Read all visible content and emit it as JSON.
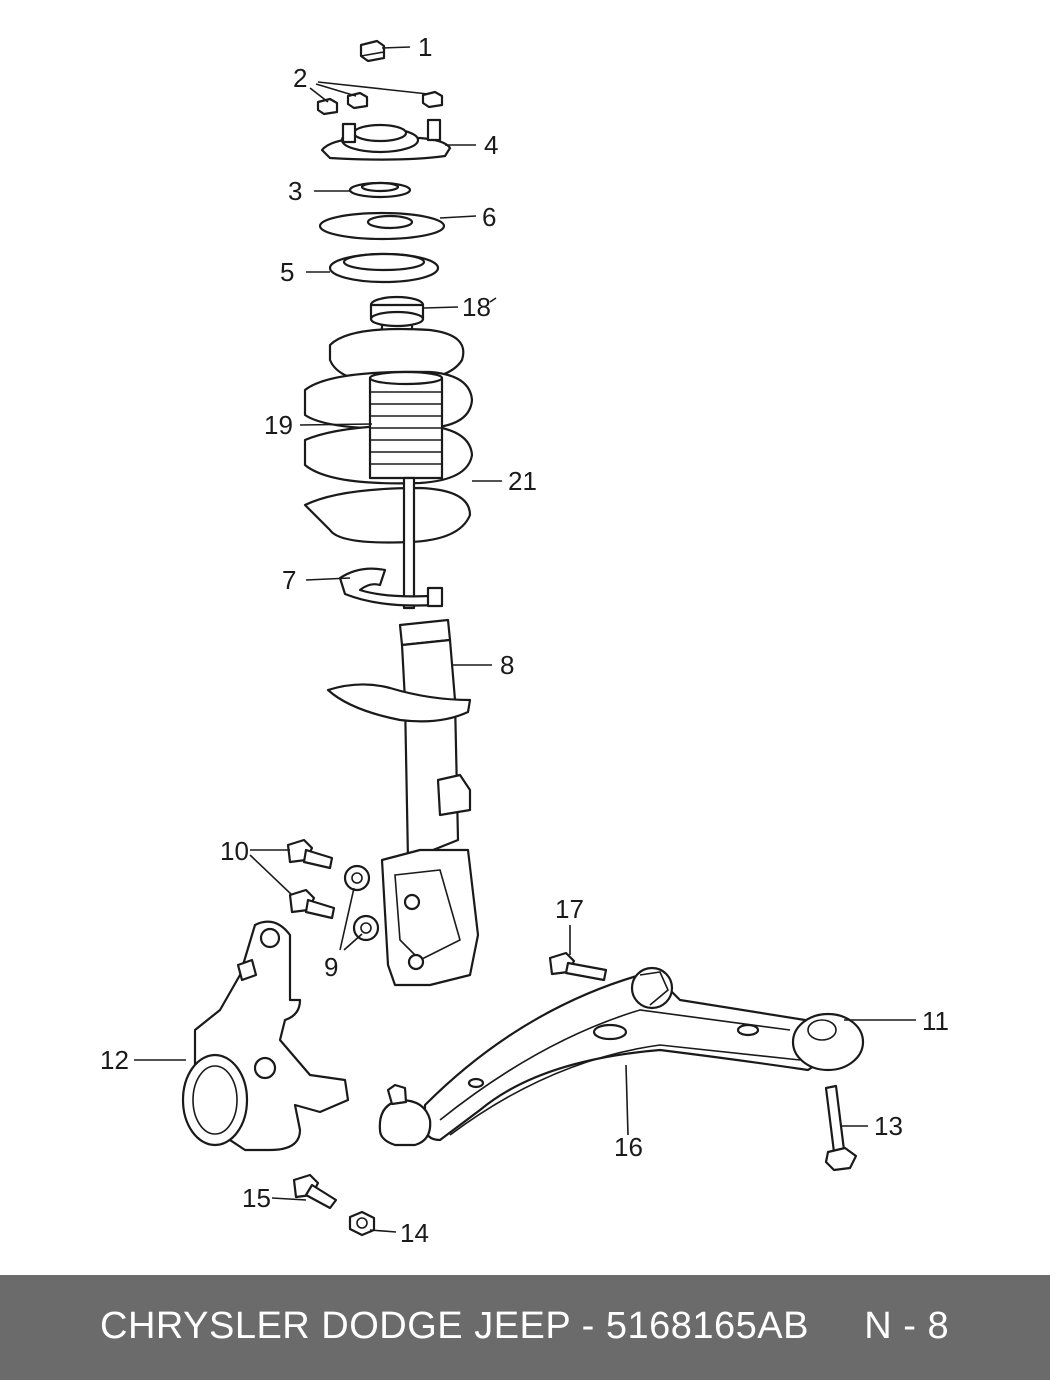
{
  "callouts": [
    {
      "id": "c1",
      "text": "1"
    },
    {
      "id": "c2",
      "text": "2"
    },
    {
      "id": "c3",
      "text": "3"
    },
    {
      "id": "c4",
      "text": "4"
    },
    {
      "id": "c5",
      "text": "5"
    },
    {
      "id": "c6",
      "text": "6"
    },
    {
      "id": "c7",
      "text": "7"
    },
    {
      "id": "c8",
      "text": "8"
    },
    {
      "id": "c9",
      "text": "9"
    },
    {
      "id": "c10",
      "text": "10"
    },
    {
      "id": "c11",
      "text": "11"
    },
    {
      "id": "c12",
      "text": "12"
    },
    {
      "id": "c13",
      "text": "13"
    },
    {
      "id": "c14",
      "text": "14"
    },
    {
      "id": "c15",
      "text": "15"
    },
    {
      "id": "c16",
      "text": "16"
    },
    {
      "id": "c17",
      "text": "17"
    },
    {
      "id": "c18",
      "text": "18"
    },
    {
      "id": "c19",
      "text": "19"
    },
    {
      "id": "c21",
      "text": "21"
    }
  ],
  "footer": {
    "text": "CHRYSLER DODGE JEEP - 5168165AB     N - 8"
  },
  "colors": {
    "footer_background": "#6b6b6b",
    "footer_text": "#ffffff",
    "line": "#1a1a1a"
  }
}
